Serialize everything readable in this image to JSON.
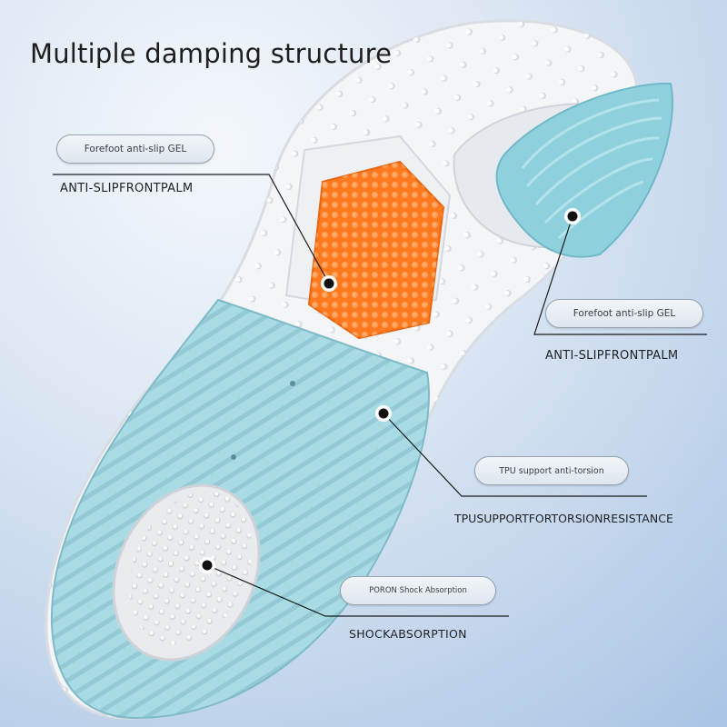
{
  "title": "Multiple damping structure",
  "callouts": [
    {
      "pill": "Forefoot anti-slip GEL",
      "caption": "ANTI-SLIPFRONTPALM"
    },
    {
      "pill": "Forefoot anti-slip GEL",
      "caption": "ANTI-SLIPFRONTPALM"
    },
    {
      "pill": "TPU support anti-torsion",
      "caption": "TPUSUPPORTFORTORSIONRESISTANCE"
    },
    {
      "pill": "PORON Shock Absorption",
      "caption": "SHOCKABSORPTION"
    }
  ],
  "colors": {
    "insole_white": "#f4f5f7",
    "gel_orange": "#ff7a1f",
    "tpu_blue": "#a9dbe4",
    "arch_blue": "#8fd0dd",
    "line": "#1a1a1a"
  },
  "icons": [
    "callout-dot-icon"
  ]
}
